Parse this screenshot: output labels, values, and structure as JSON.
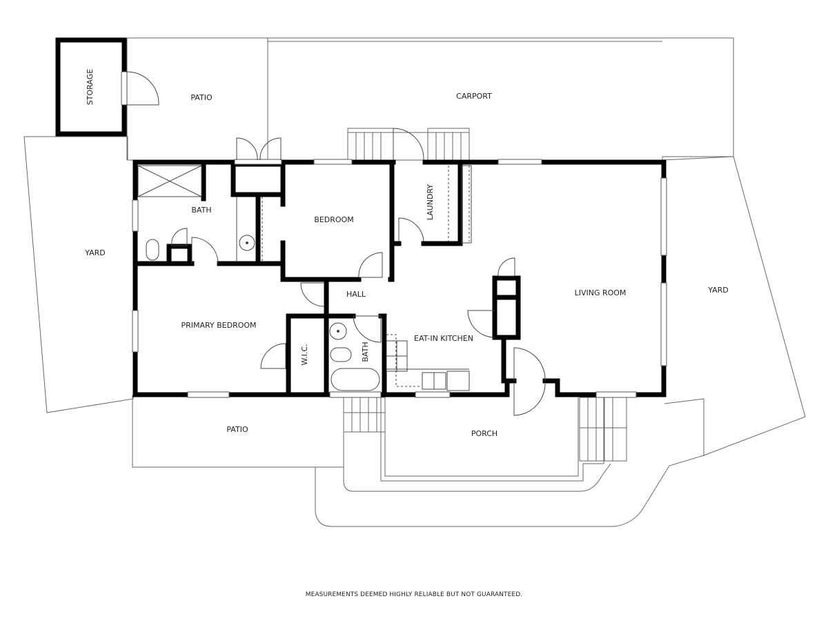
{
  "rooms": {
    "storage": "STORAGE",
    "patio_top": "PATIO",
    "carport": "CARPORT",
    "yard_left": "YARD",
    "yard_right": "YARD",
    "bath_main": "BATH",
    "bedroom": "BEDROOM",
    "laundry": "LAUNDRY",
    "hall": "HALL",
    "living_room": "LIVING ROOM",
    "primary_bedroom": "PRIMARY BEDROOM",
    "wic": "W.I.C.",
    "bath_small": "BATH",
    "eat_in_kitchen": "EAT-IN KITCHEN",
    "patio_bottom": "PATIO",
    "porch": "PORCH"
  },
  "footer": {
    "disclaimer": "MEASUREMENTS DEEMED HIGHLY RELIABLE BUT NOT GUARANTEED."
  },
  "colors": {
    "wall": "#000000",
    "outline": "#555555",
    "background": "#ffffff"
  }
}
